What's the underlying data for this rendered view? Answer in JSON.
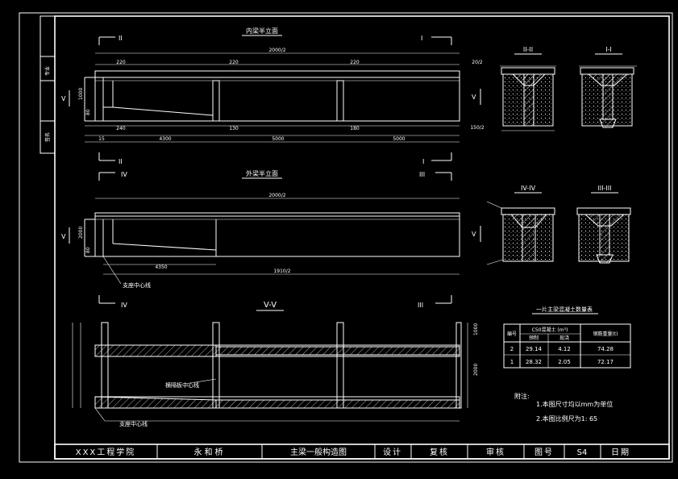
{
  "title_block": {
    "school": "XXX工程学院",
    "project": "永和桥",
    "drawing_title": "主梁一般构造图",
    "design": "设计",
    "review": "复核",
    "approve": "审核",
    "sheet_label": "图号",
    "sheet_no": "S4",
    "date_label": "日期"
  },
  "views": {
    "inner_elev": "内梁半立面",
    "outer_elev": "外梁半立面",
    "section_v": "V-V",
    "sec_II": "II-II",
    "sec_I": "I-I",
    "sec_IV": "IV-IV",
    "sec_III": "III-III"
  },
  "markers": {
    "II": "II",
    "I": "I",
    "IV": "IV",
    "III": "III",
    "V": "V"
  },
  "dims": {
    "span_half": "2000/2",
    "span_half2": "2000/2",
    "span_calc": "1910/2",
    "end_gap": "20/2",
    "end_gap2": "150/2",
    "d220": "220",
    "d240": "240",
    "d4300": "4300",
    "d5000a": "5000",
    "d5000b": "5000",
    "d4350": "4350",
    "d130": "130",
    "d180": "180",
    "d80": "80",
    "d1000": "1000",
    "d2000": "2000",
    "d_small": "15"
  },
  "labels": {
    "support_center": "支座中心线",
    "support_center2": "支座中心线",
    "diaphragm_center": "横隔板中心线"
  },
  "table": {
    "title": "一片主梁混凝土数量表",
    "h_no": "编号",
    "h_concrete": "C50混凝土 (m³)",
    "h_weight": "钢筋重量(t)",
    "sub_a": "预制",
    "sub_b": "现浇",
    "rows": [
      {
        "no": "2",
        "a": "29.14",
        "b": "4.12",
        "w": "74.28"
      },
      {
        "no": "1",
        "a": "28.32",
        "b": "2.05",
        "w": "72.17"
      }
    ]
  },
  "notes": {
    "head": "附注:",
    "n1": "1.本图尺寸均以mm为单位",
    "n2": "2.本图比例尺为1: 65"
  },
  "side_strip": {
    "a": "专业",
    "b": "签名"
  }
}
